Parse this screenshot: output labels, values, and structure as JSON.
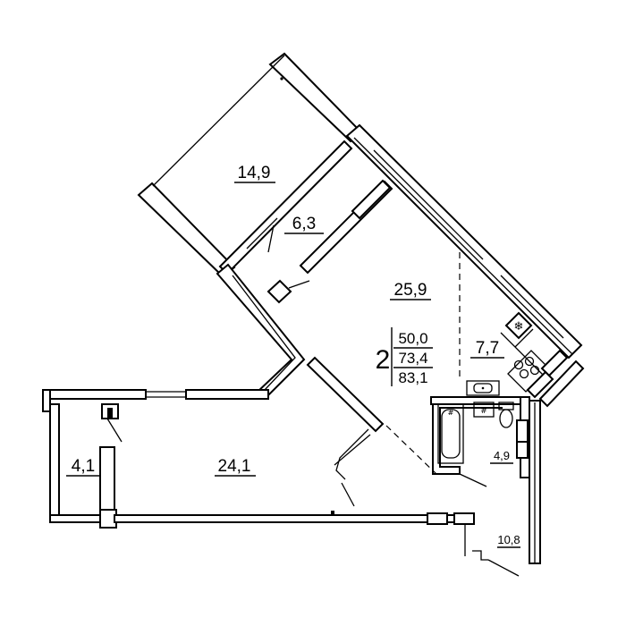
{
  "rooms": {
    "balcony_top": "14,9",
    "dressing": "6,3",
    "living": "25,9",
    "kitchen": "7,7",
    "bathroom": "4,9",
    "loggia_left": "4,1",
    "bedroom": "24,1",
    "hall": "10,8"
  },
  "apartment": {
    "rooms_count": "2",
    "living_area": "50,0",
    "total_area": "73,4",
    "total_with_balcony": "83,1"
  }
}
